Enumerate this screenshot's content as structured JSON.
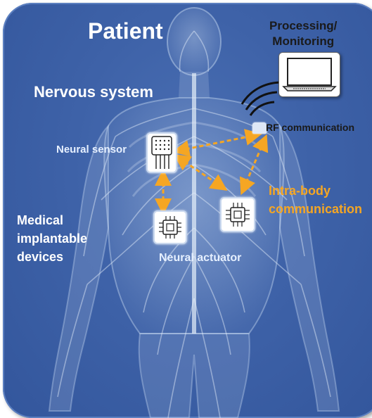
{
  "labels": {
    "patient": "Patient",
    "nervous_system": "Nervous system",
    "processing_line1": "Processing/",
    "processing_line2": "Monitoring",
    "rf_communication": "RF communication",
    "neural_sensor": "Neural sensor",
    "intra_body_line1": "Intra-body",
    "intra_body_line2": "communication",
    "medical_line1": "Medical",
    "medical_line2": "implantable",
    "medical_line3": "devices",
    "neural_actuator": "Neural actuator"
  },
  "icons": [
    "laptop-icon",
    "rf-waves-icon",
    "antenna-transmitter-icon",
    "neural-sensor-icon",
    "chip-icon",
    "double-arrow-icon"
  ],
  "colors": {
    "background": "#3e62a8",
    "label_white": "#ffffff",
    "accent_orange": "#f5a623",
    "arrow": "#f5a623",
    "body_lines": "#cfe0f5"
  }
}
